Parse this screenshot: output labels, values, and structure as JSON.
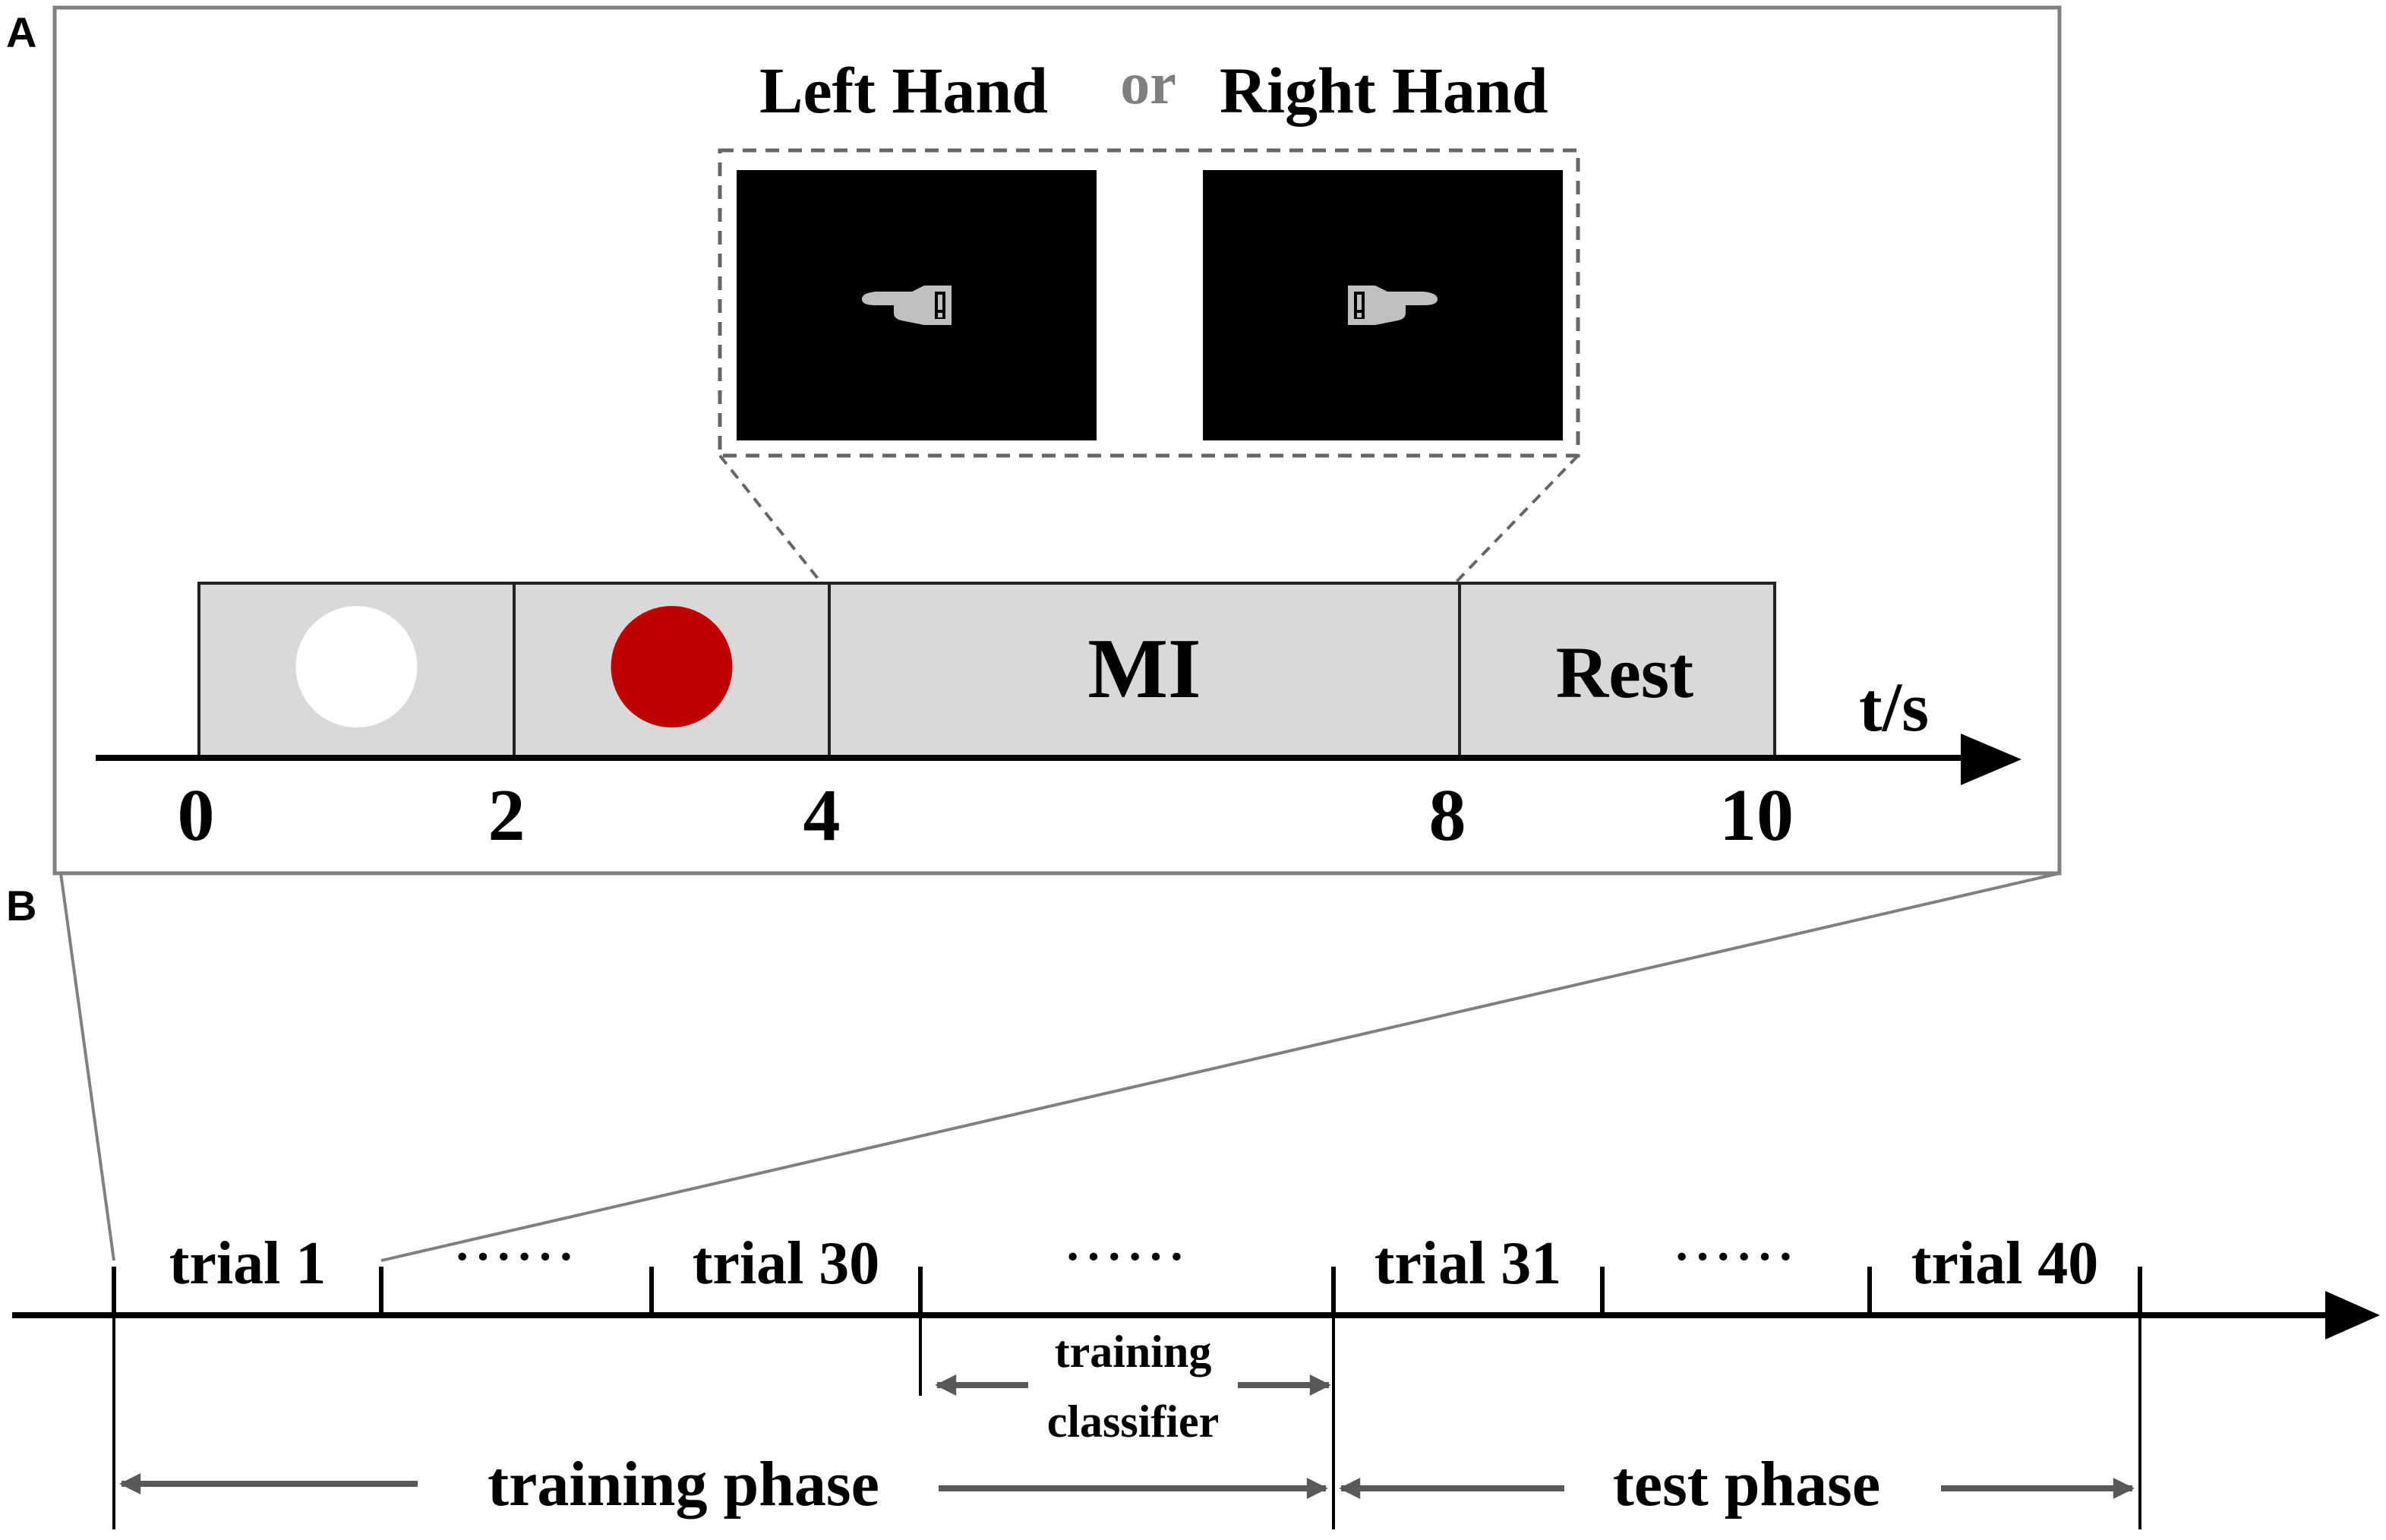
{
  "panels": {
    "a_label": "A",
    "b_label": "B"
  },
  "panel_a": {
    "left_hand_label": "Left Hand",
    "or_label": "or",
    "right_hand_label": "Right Hand",
    "cues": [
      {
        "name": "left-hand",
        "icon": "pointing-left-hand-icon"
      },
      {
        "name": "right-hand",
        "icon": "pointing-right-hand-icon"
      }
    ],
    "segments": [
      {
        "start": 0,
        "end": 2,
        "label": "",
        "symbol": "white-circle"
      },
      {
        "start": 2,
        "end": 4,
        "label": "",
        "symbol": "red-circle"
      },
      {
        "start": 4,
        "end": 8,
        "label": "MI",
        "symbol": ""
      },
      {
        "start": 8,
        "end": 10,
        "label": "Rest",
        "symbol": ""
      }
    ],
    "tick_labels": [
      "0",
      "2",
      "4",
      "8",
      "10"
    ],
    "axis_label": "t/s"
  },
  "panel_b": {
    "timeline": [
      {
        "type": "trial",
        "label": "trial 1"
      },
      {
        "type": "ellipsis",
        "label": "······"
      },
      {
        "type": "trial",
        "label": "trial 30"
      },
      {
        "type": "gap",
        "label": "······"
      },
      {
        "type": "trial",
        "label": "trial 31"
      },
      {
        "type": "ellipsis",
        "label": "······"
      },
      {
        "type": "trial",
        "label": "trial 40"
      }
    ],
    "training_classifier_line1": "training",
    "training_classifier_line2": "classifier",
    "training_phase_label": "training phase",
    "test_phase_label": "test phase"
  },
  "colors": {
    "background": "#ffffff",
    "frame": "#808080",
    "segment_fill": "#d9d9d9",
    "segment_stroke": "#222222",
    "axis": "#000000",
    "white_circle": "#ffffff",
    "red_circle": "#c00000",
    "cue_screen": "#000000",
    "hand_icon": "#bfbfbf",
    "dashed": "#666666",
    "or_text": "#7f7f7f",
    "phase_arrow": "#595959"
  }
}
